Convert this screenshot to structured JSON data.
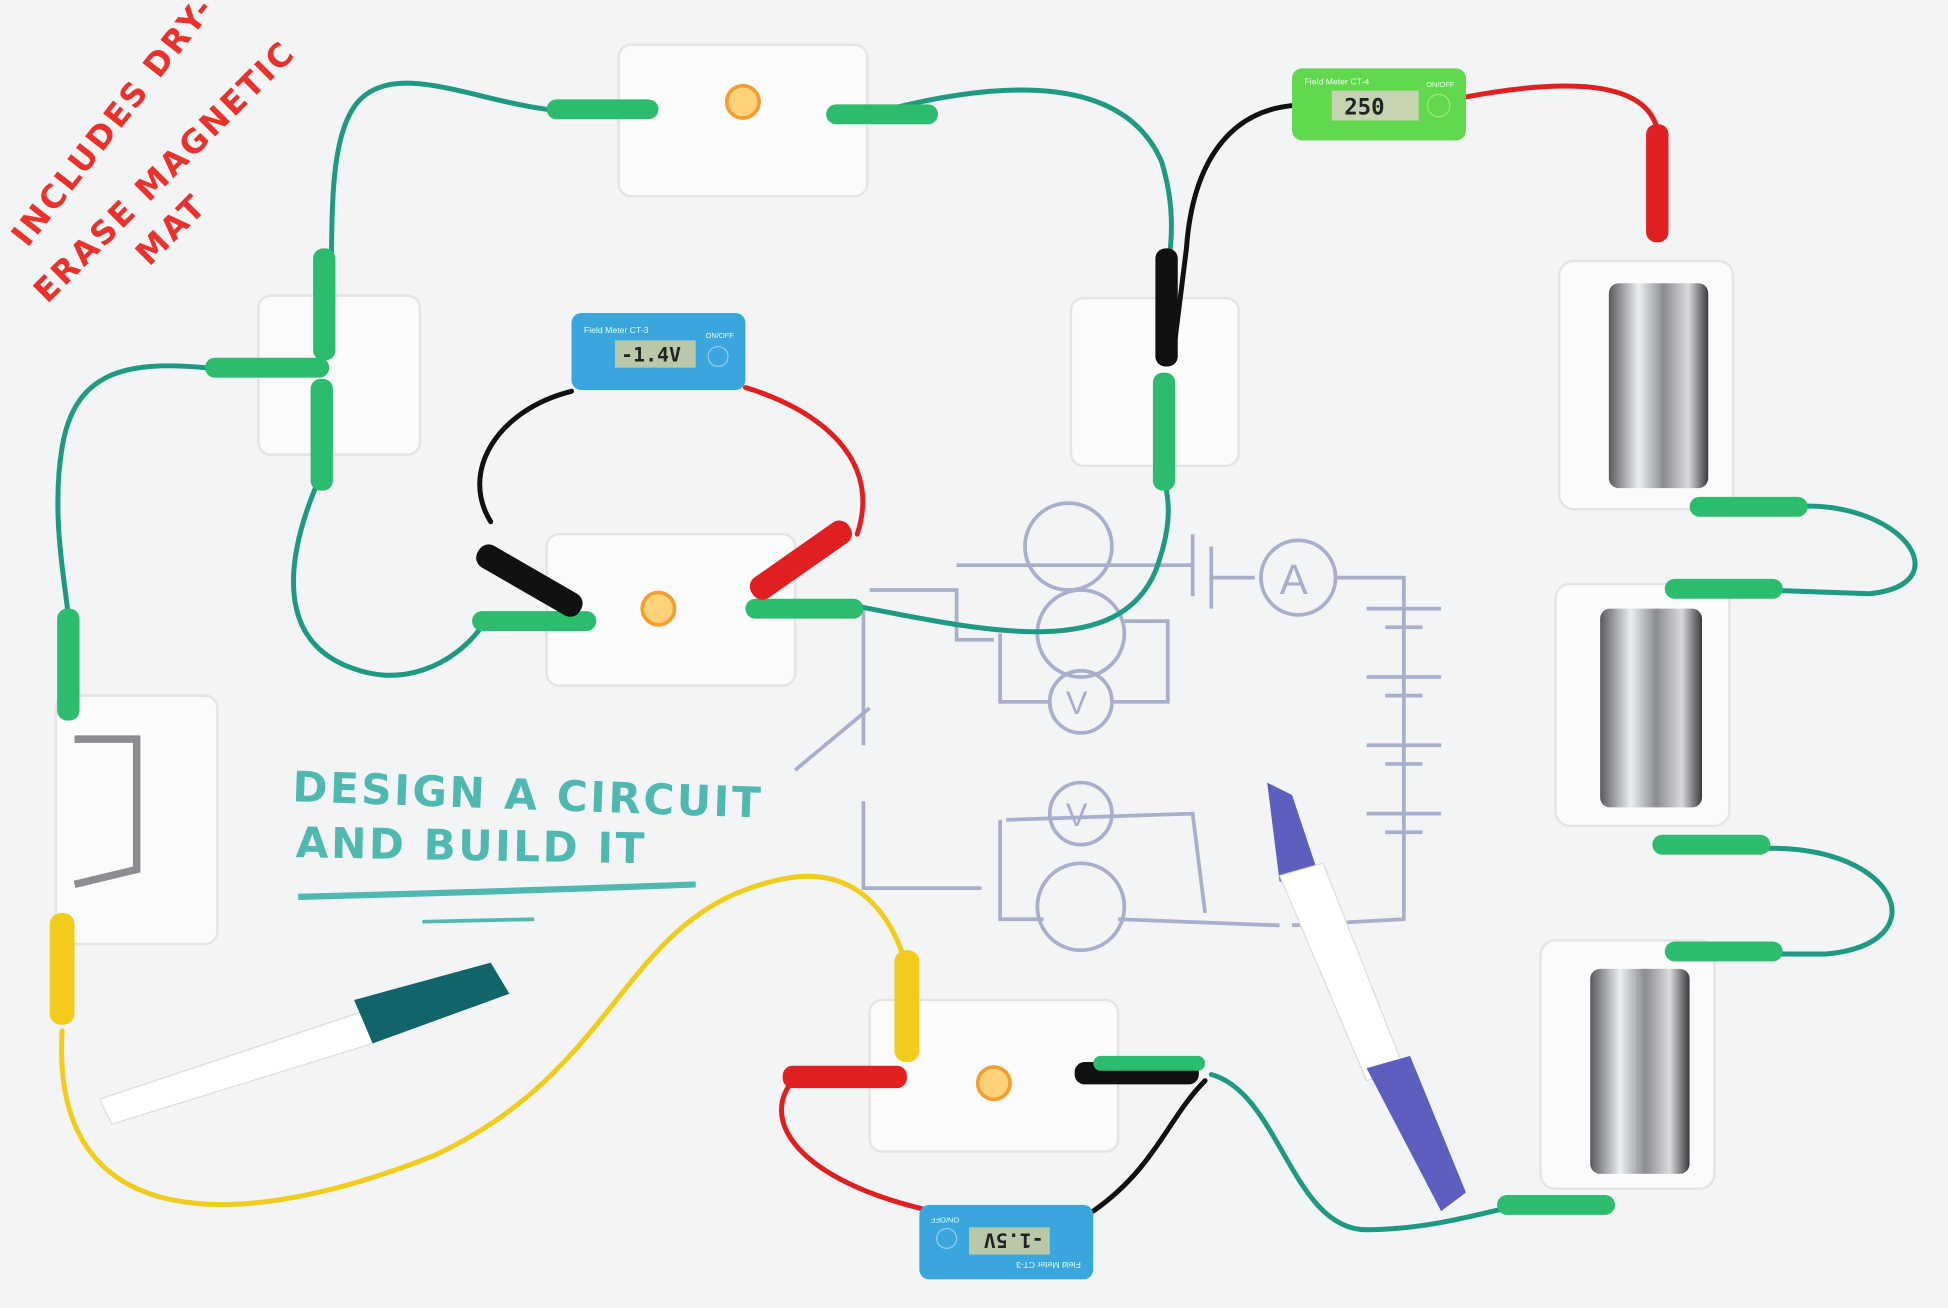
{
  "annotations": {
    "mat_note_lines": [
      "INCLUDES DRY-",
      "ERASE MAGNETIC",
      "MAT"
    ],
    "design_lines": [
      "DESIGN A CIRCUIT",
      "AND BUILD IT"
    ],
    "schematic_symbols": {
      "ammeter": "A",
      "voltmeter": "V"
    }
  },
  "meters": [
    {
      "model": "Field Meter CT-3",
      "reading": "-1.4V",
      "power_label": "ON/OFF",
      "color": "#3aa6dd"
    },
    {
      "model": "Field Meter CT-4",
      "reading": "250",
      "power_label": "ON/OFF",
      "color": "#62d84e"
    },
    {
      "model": "Field Meter CT-3",
      "reading": "-1.5V",
      "power_label": "ON/OFF",
      "color": "#3aa6dd"
    }
  ],
  "colors": {
    "mat": "#f3f4f5",
    "wire_green": "#1f9a82",
    "wire_red": "#e02020",
    "wire_black": "#111111",
    "wire_yellow": "#f2cc1c",
    "marker_note": "#e8322b",
    "marker_teal": "#4fb8b0",
    "marker_grey": "#9aa3c2"
  }
}
